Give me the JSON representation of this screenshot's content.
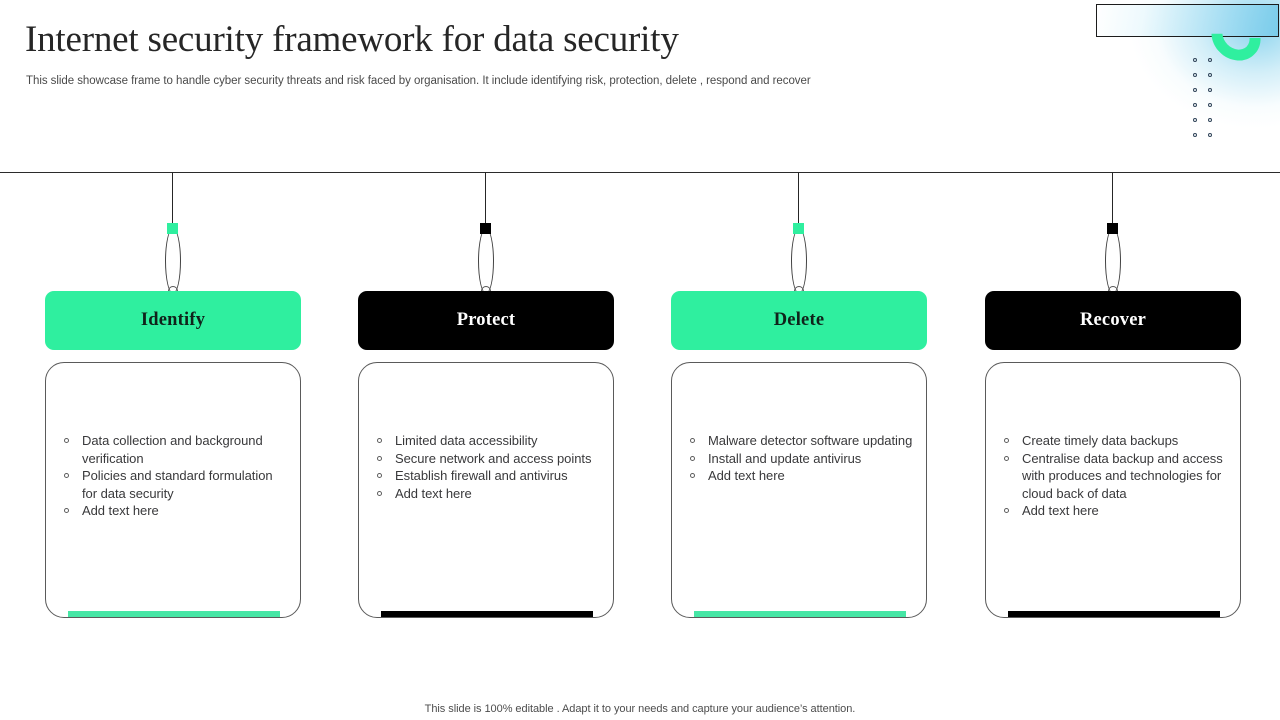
{
  "slide": {
    "title": "Internet security framework for data security",
    "subtitle": "This slide showcase frame to handle cyber security threats and risk faced by organisation. It include identifying risk, protection, delete ,  respond and recover",
    "footer_note": "This slide is 100% editable . Adapt it to your needs and capture your audience’s attention."
  },
  "theme": {
    "accent_green": "#2fef9f",
    "accent_dark": "#000000",
    "decor_cyan": "#78cbea",
    "text_color": "#39393b"
  },
  "decor": {
    "rect_name": "gradient-banner",
    "arc_name": "green-arc-shape",
    "dot_rows": 6,
    "dot_cols": 2
  },
  "columns": [
    {
      "id": "identify",
      "label": "Identify",
      "style": "green",
      "bullets": [
        "Data collection and background verification",
        "Policies and standard formulation for data security",
        "Add text here"
      ]
    },
    {
      "id": "protect",
      "label": "Protect",
      "style": "dark",
      "bullets": [
        "Limited data accessibility",
        "Secure network and access points",
        "Establish firewall and antivirus",
        "Add text here"
      ]
    },
    {
      "id": "delete",
      "label": "Delete",
      "style": "green",
      "bullets": [
        "Malware detector software updating",
        "Install and update antivirus",
        "Add text here"
      ]
    },
    {
      "id": "recover",
      "label": "Recover",
      "style": "dark",
      "bullets": [
        "Create timely data backups",
        "Centralise data backup and access with produces and technologies for cloud back of data",
        "Add text here"
      ]
    }
  ]
}
